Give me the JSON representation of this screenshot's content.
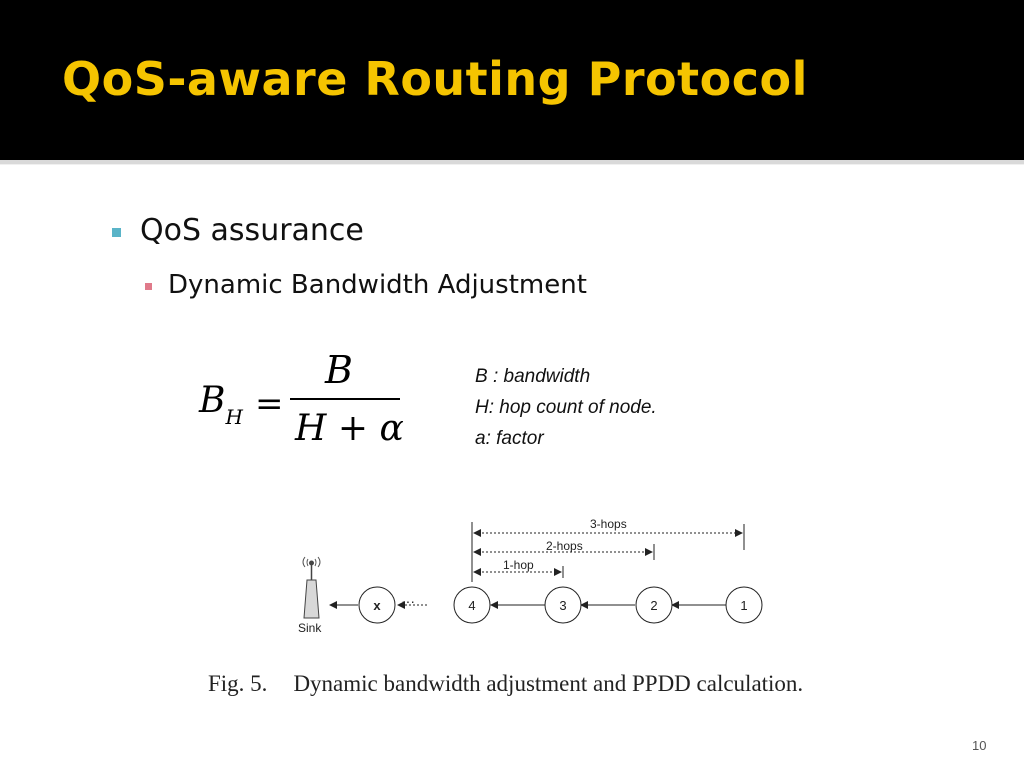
{
  "slide": {
    "title": "QoS-aware Routing Protocol",
    "page_number": "10"
  },
  "bullets": {
    "level1": "QoS assurance",
    "level2": "Dynamic Bandwidth Adjustment"
  },
  "formula": {
    "lhs": "B",
    "lhs_subscript": "H",
    "equals": "=",
    "numerator": "B",
    "denominator": "H + α"
  },
  "legend": {
    "line1": "B : bandwidth",
    "line2": "H: hop  count of node.",
    "line3": "a: factor"
  },
  "diagram": {
    "sink_label": "Sink",
    "nodes": [
      "x",
      "4",
      "3",
      "2",
      "1"
    ],
    "ellipsis": "···",
    "hop_labels": [
      "3-hops",
      "2-hops",
      "1-hop"
    ]
  },
  "caption": {
    "fig": "Fig. 5.",
    "text": "Dynamic bandwidth adjustment and PPDD calculation."
  },
  "colors": {
    "title": "#f5c400",
    "header_background": "#000000",
    "bullet1": "#5ab4c8",
    "bullet2": "#e07a8a"
  }
}
